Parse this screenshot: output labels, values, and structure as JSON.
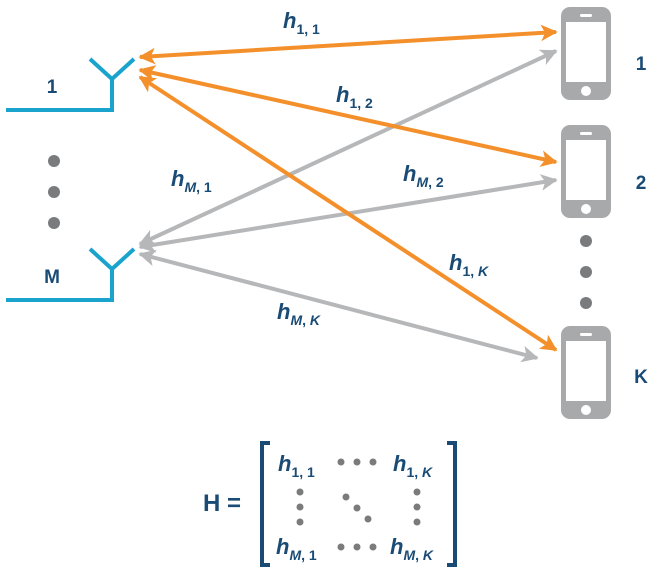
{
  "colors": {
    "antenna": "#1aa4cd",
    "label_text": "#1a4b75",
    "orange_link": "#f4902b",
    "gray_link": "#b6b7b9",
    "device": "#a8a9ab",
    "dots": "#7a7b7d"
  },
  "base_station": {
    "antennas": [
      {
        "label": "1"
      },
      {
        "label": "M"
      }
    ],
    "ellipsis": "vertical-dots"
  },
  "users": {
    "devices": [
      {
        "label": "1",
        "icon": "smartphone-icon"
      },
      {
        "label": "2",
        "icon": "smartphone-icon"
      },
      {
        "label": "K",
        "icon": "smartphone-icon"
      }
    ],
    "ellipsis": "vertical-dots"
  },
  "links": [
    {
      "from": "1",
      "to": "1",
      "label_base": "h",
      "sub_a": "1",
      "sub_b": "1",
      "color": "orange"
    },
    {
      "from": "1",
      "to": "2",
      "label_base": "h",
      "sub_a": "1",
      "sub_b": "2",
      "color": "orange"
    },
    {
      "from": "1",
      "to": "K",
      "label_base": "h",
      "sub_a": "1",
      "sub_b": "K",
      "color": "orange"
    },
    {
      "from": "M",
      "to": "1",
      "label_base": "h",
      "sub_a": "M",
      "sub_b": "1",
      "color": "gray"
    },
    {
      "from": "M",
      "to": "2",
      "label_base": "h",
      "sub_a": "M",
      "sub_b": "2",
      "color": "gray"
    },
    {
      "from": "M",
      "to": "K",
      "label_base": "h",
      "sub_a": "M",
      "sub_b": "K",
      "color": "gray"
    }
  ],
  "matrix": {
    "lhs": "H =",
    "entries": {
      "top_left": {
        "base": "h",
        "sub_a": "1",
        "sub_b": "1"
      },
      "top_right": {
        "base": "h",
        "sub_a": "1",
        "sub_b": "K"
      },
      "bottom_left": {
        "base": "h",
        "sub_a": "M",
        "sub_b": "1"
      },
      "bottom_right": {
        "base": "h",
        "sub_a": "M",
        "sub_b": "K"
      }
    },
    "separator": ", "
  }
}
